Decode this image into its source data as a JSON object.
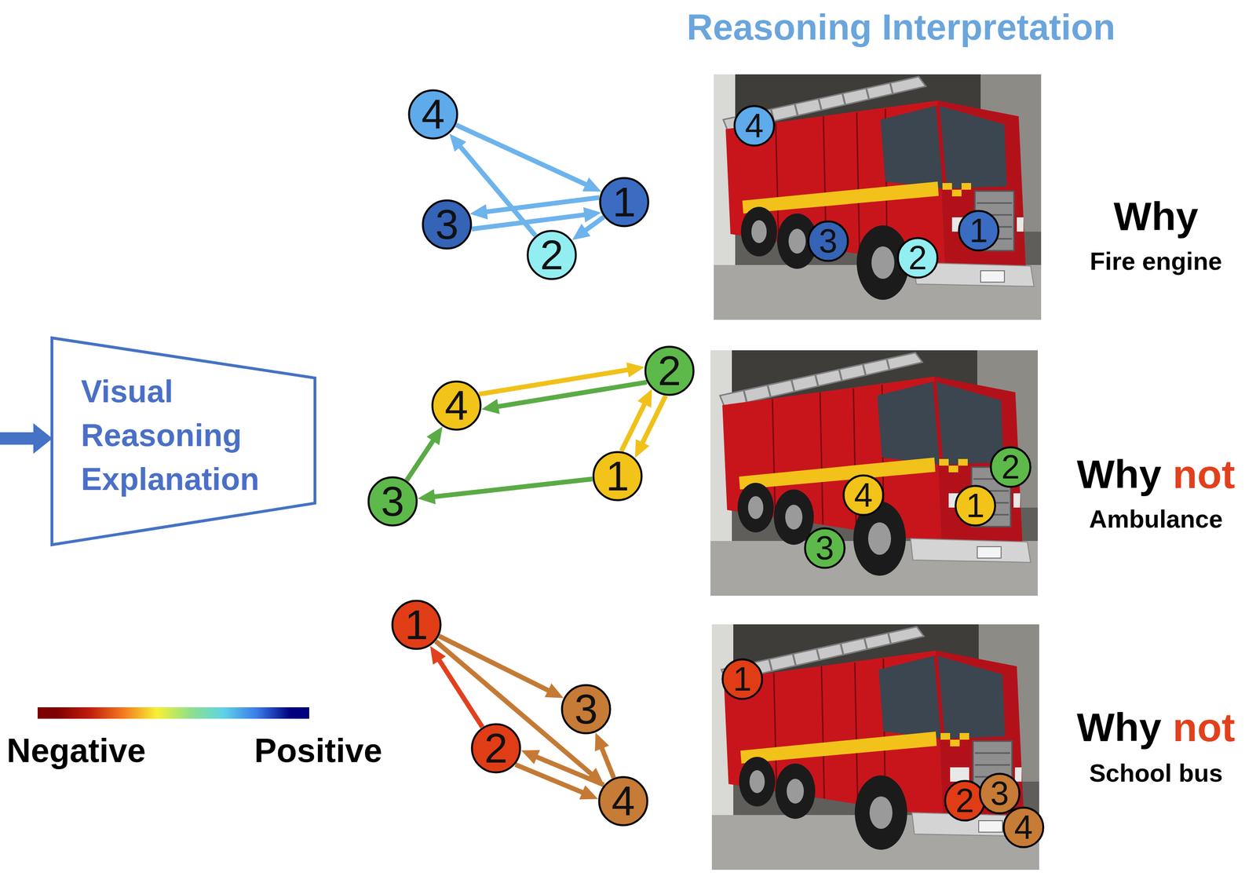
{
  "diagram": {
    "title": "Reasoning Interpretation",
    "nodes": [
      {
        "text": [
          "Visual Reasoning Explanation"
        ]
      },
      {
        "text": [
          "1"
        ]
      },
      {
        "text": [
          "2"
        ]
      },
      {
        "text": [
          "3"
        ]
      },
      {
        "text": [
          "4"
        ]
      },
      {
        "text": [
          "1"
        ]
      },
      {
        "text": [
          "2"
        ]
      },
      {
        "text": [
          "3"
        ]
      },
      {
        "text": [
          "4"
        ]
      },
      {
        "text": [
          "1"
        ]
      },
      {
        "text": [
          "2"
        ]
      },
      {
        "text": [
          "3"
        ]
      },
      {
        "text": [
          "4"
        ]
      },
      {
        "text": [
          "1"
        ]
      },
      {
        "text": [
          "2"
        ]
      },
      {
        "text": [
          "3"
        ]
      },
      {
        "text": [
          "4"
        ]
      },
      {
        "text": [
          "1"
        ]
      },
      {
        "text": [
          "2"
        ]
      },
      {
        "text": [
          "3"
        ]
      },
      {
        "text": [
          "4"
        ]
      },
      {
        "text": [
          "1"
        ]
      },
      {
        "text": [
          "2"
        ]
      },
      {
        "text": [
          "3"
        ]
      },
      {
        "text": [
          "4"
        ]
      }
    ],
    "edges": [
      {
        "from": 4,
        "to": 1,
        "arrow": "to"
      },
      {
        "from": 1,
        "to": 3,
        "arrow": "to"
      },
      {
        "from": 3,
        "to": 1,
        "arrow": "to"
      },
      {
        "from": 2,
        "to": 4,
        "arrow": "to"
      },
      {
        "from": 1,
        "to": 2,
        "arrow": "to"
      },
      {
        "from": 12,
        "to": 10,
        "arrow": "to"
      },
      {
        "from": 10,
        "to": 12,
        "arrow": "to"
      },
      {
        "from": 9,
        "to": 10,
        "arrow": "to"
      },
      {
        "from": 10,
        "to": 9,
        "arrow": "to"
      },
      {
        "from": 9,
        "to": 11,
        "arrow": "to"
      },
      {
        "from": 11,
        "to": 12,
        "arrow": "to"
      },
      {
        "from": 17,
        "to": 19,
        "arrow": "to"
      },
      {
        "from": 17,
        "to": 20,
        "arrow": "to"
      },
      {
        "from": 18,
        "to": 17,
        "arrow": "to"
      },
      {
        "from": 20,
        "to": 19,
        "arrow": "to"
      },
      {
        "from": 18,
        "to": 20,
        "arrow": "to"
      },
      {
        "from": 20,
        "to": 18,
        "arrow": "to"
      }
    ],
    "labels": [
      "Why",
      "Fire engine",
      "Why",
      "not",
      "Ambulance",
      "Why",
      "not",
      "School bus"
    ],
    "legend": [
      {
        "text": "Negative",
        "color": "#7f0000"
      },
      {
        "text": "Positive",
        "color": "#00007f"
      }
    ]
  }
}
